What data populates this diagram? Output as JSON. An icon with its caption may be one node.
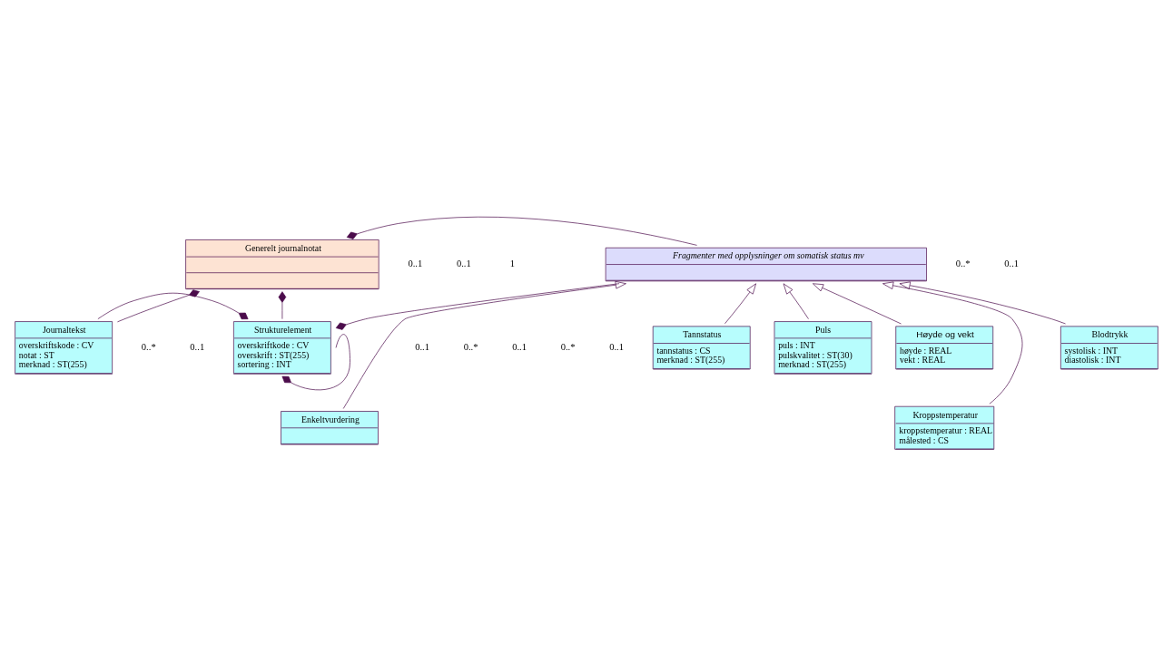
{
  "diagram": {
    "nodes": [
      {
        "text": [
          "Generelt journalnotat"
        ]
      },
      {
        "text": [
          "Fragmenter med opplysninger om somatisk status mv"
        ]
      },
      {
        "text": [
          "Journaltekst",
          "overskriftskode : CV",
          "notat : ST",
          "merknad : ST(255)"
        ]
      },
      {
        "text": [
          "Strukturelement",
          "overskriftkode : CV",
          "overskrift : ST(255)",
          "sortering : INT"
        ]
      },
      {
        "text": [
          "Høyde og vekt",
          "høyde : REAL",
          "vekt : REAL"
        ]
      },
      {
        "text": [
          "Blodtrykk",
          "systolisk : INT",
          "diastolisk : INT"
        ]
      },
      {
        "text": [
          "Tannstatus",
          "tannstatus : CS",
          "merknad : ST(255)"
        ]
      },
      {
        "text": [
          "Puls",
          "puls : INT",
          "pulskvalitet : ST(30)",
          "merknad : ST(255)"
        ]
      },
      {
        "text": [
          "Kroppstemperatur",
          "kroppstemperatur : REAL",
          "målested : CS"
        ]
      },
      {
        "text": [
          "Enkeltvurdering"
        ]
      }
    ],
    "edges": [
      {
        "from": 0,
        "to": 1,
        "arrow": "other"
      },
      {
        "from": 0,
        "to": 2,
        "arrow": "other"
      },
      {
        "from": 0,
        "to": 3,
        "arrow": "other"
      },
      {
        "from": 3,
        "to": 1,
        "arrow": "other"
      },
      {
        "from": 3,
        "to": 2,
        "arrow": "other"
      },
      {
        "from": 3,
        "to": 3,
        "arrow": "other"
      },
      {
        "from": 4,
        "to": 1,
        "arrow": "to"
      },
      {
        "from": 5,
        "to": 1,
        "arrow": "to"
      },
      {
        "from": 8,
        "to": 1,
        "arrow": "to"
      },
      {
        "from": 6,
        "to": 1,
        "arrow": "to"
      },
      {
        "from": 9,
        "to": 1,
        "arrow": "to"
      },
      {
        "from": 7,
        "to": 1,
        "arrow": "to"
      }
    ],
    "labels": [
      "1",
      "0..*",
      "0..1",
      "0..1",
      "0..1",
      "0..*",
      "0..*",
      "0..1",
      "0..1",
      "0..1",
      "0..*",
      "0..1"
    ]
  }
}
